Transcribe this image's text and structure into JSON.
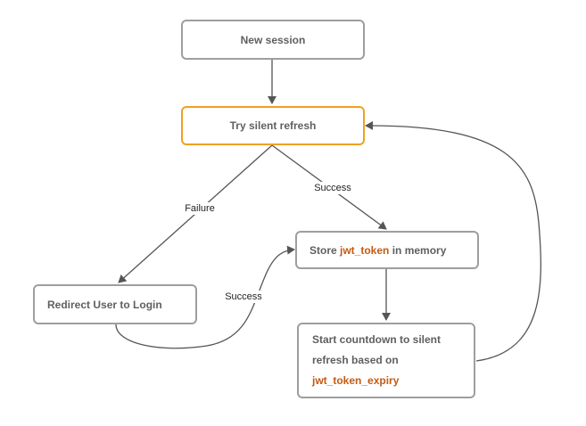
{
  "nodes": {
    "new_session": {
      "label": "New session"
    },
    "try_refresh": {
      "label": "Try silent refresh"
    },
    "store_token": {
      "prefix": "Store ",
      "code": "jwt_token",
      "suffix": " in memory"
    },
    "redirect": {
      "label": "Redirect User to Login"
    },
    "countdown": {
      "line1": "Start countdown to silent",
      "line2": "refresh based on",
      "code": "jwt_token_expiry"
    }
  },
  "edges": {
    "failure_label": "Failure",
    "success_label": "Success",
    "login_success_label": "Success"
  },
  "colors": {
    "highlight_border": "#f0a020",
    "default_border": "#9e9e9e",
    "code_text": "#c55a11",
    "node_text": "#5f5f5f",
    "edge_stroke": "#555555"
  }
}
